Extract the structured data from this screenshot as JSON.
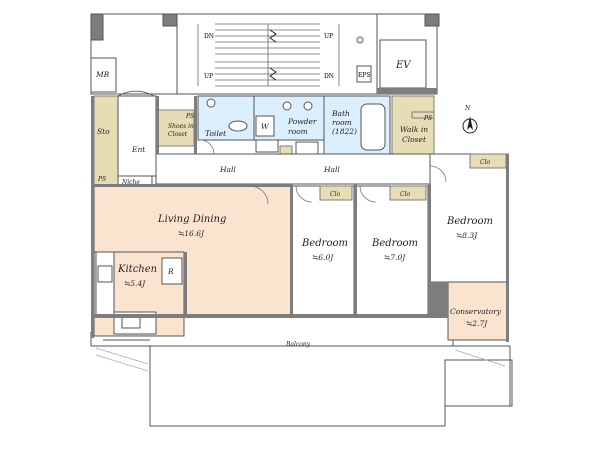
{
  "rooms": {
    "living_dining": {
      "name": "Living Dining",
      "area": "≒16.6J"
    },
    "kitchen": {
      "name": "Kitchen",
      "area": "≒5.4J"
    },
    "bedroom_1": {
      "name": "Bedroom",
      "area": "≒6.0J"
    },
    "bedroom_2": {
      "name": "Bedroom",
      "area": "≒7.0J"
    },
    "bedroom_3": {
      "name": "Bedroom",
      "area": "≒8.3J"
    },
    "conservatory": {
      "name": "Conservatory",
      "area": "≒2.7J"
    },
    "toilet": "Toilet",
    "powder_room": [
      "Powder",
      "room"
    ],
    "bath_room": [
      "Bath",
      "room",
      "(1822)"
    ],
    "walk_in_closet": [
      "Walk in",
      "Closet"
    ],
    "shoes_in_closet": [
      "Shoes in",
      "Closet"
    ],
    "entrance": "Ent",
    "storage": "Sto",
    "mb": "MB",
    "ev": "EV",
    "niche": "Niche",
    "balcony": "Balcony",
    "hall_left": "Hall",
    "hall_right": "Hall",
    "washer": "W",
    "refrigerator": "R"
  },
  "labels": {
    "ps": "PS",
    "clo": "Clo",
    "dn": "DN",
    "up": "UP",
    "eps": "EPS"
  },
  "compass": {
    "north": "N"
  },
  "colors": {
    "wall": "#7d7d7d",
    "living_floor": "#fbe4cf",
    "wet_area": "#dcefff",
    "storage_fill": "#e7ddb4",
    "bedroom_floor": "#ffffff"
  }
}
